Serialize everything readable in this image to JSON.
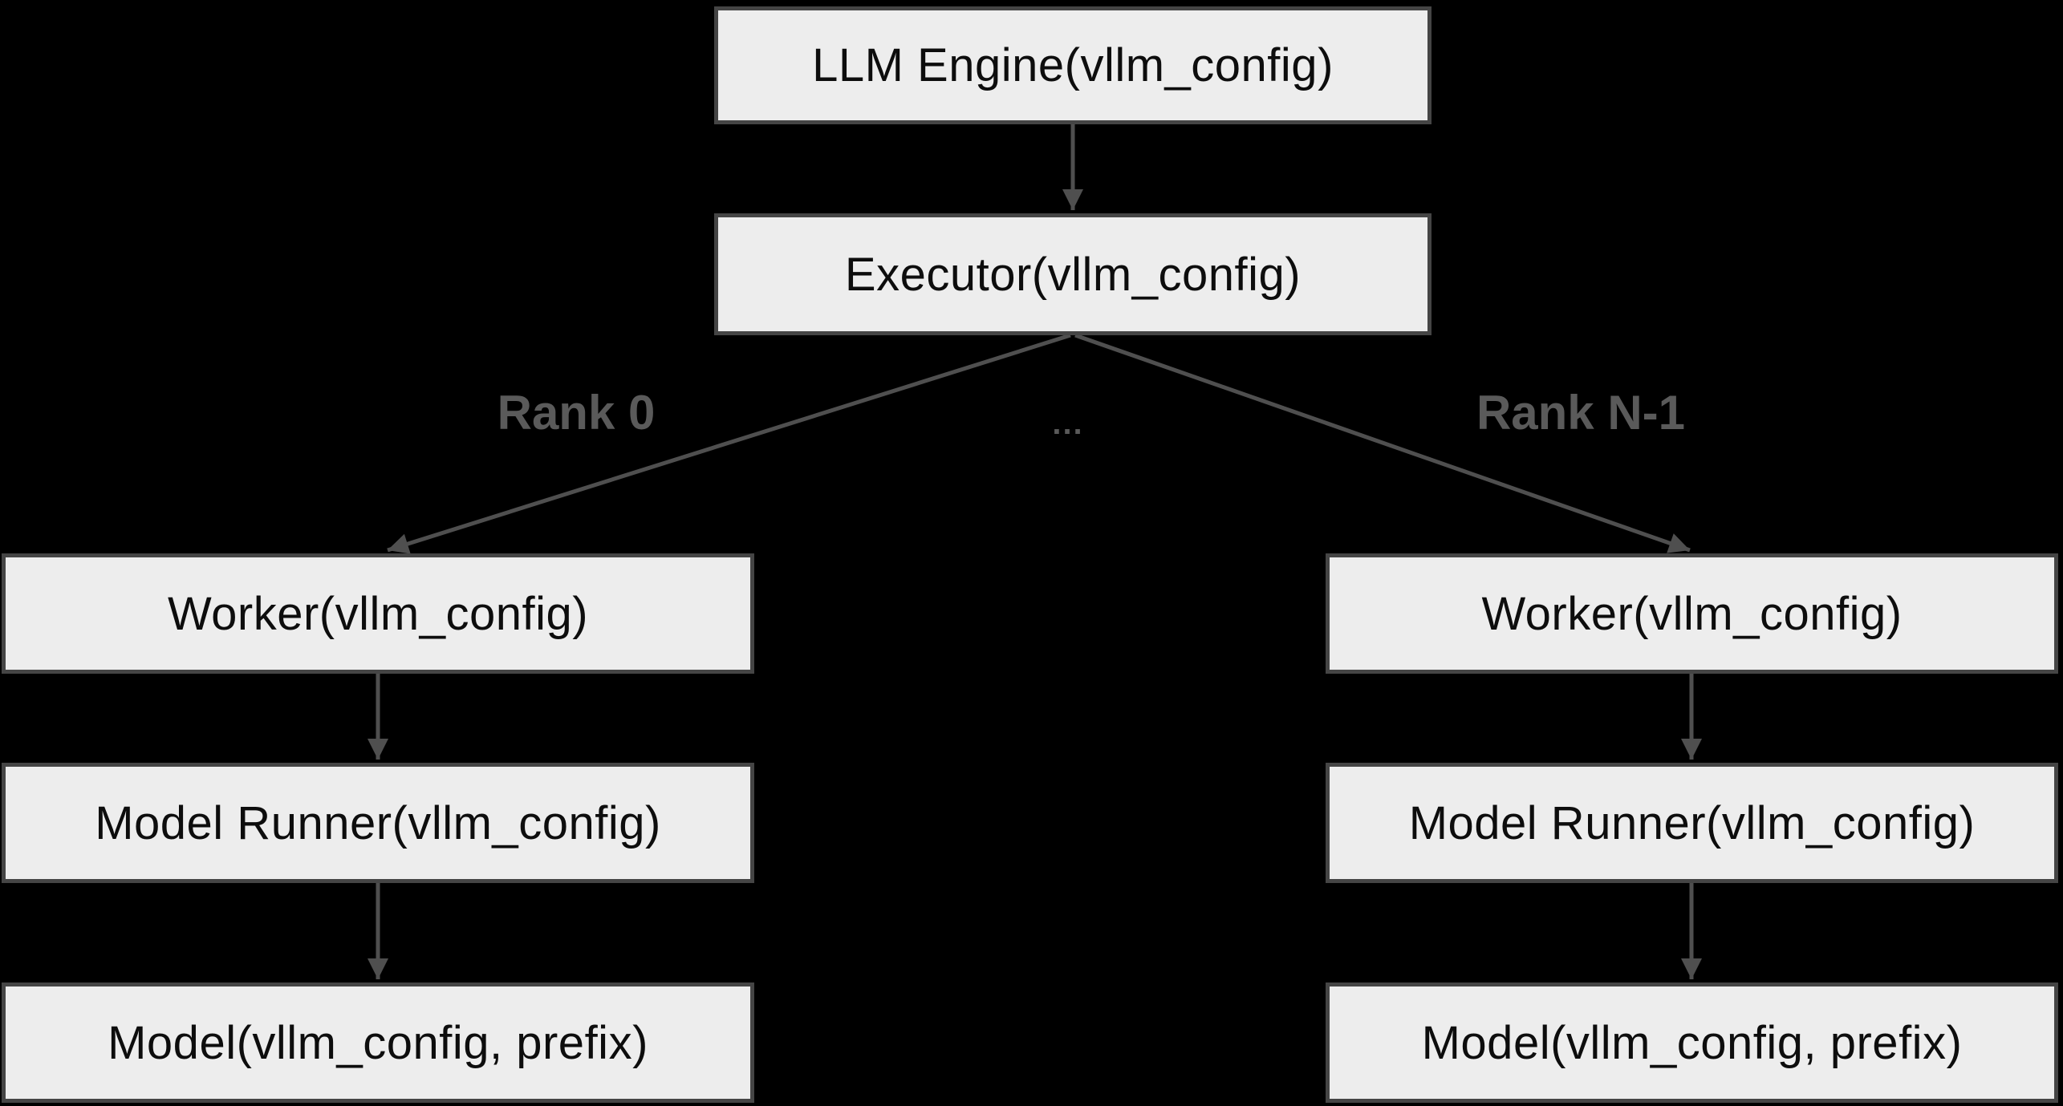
{
  "colors": {
    "bg": "#000000",
    "box-fill": "#ededed",
    "box-border": "#454545",
    "node-text": "#0d0d0d",
    "line": "#4f4f4f",
    "label": "#5a5a5a"
  },
  "nodes": {
    "llm_engine": "LLM Engine(vllm_config)",
    "executor": "Executor(vllm_config)",
    "worker_rank0": "Worker(vllm_config)",
    "model_runner_rank0": "Model Runner(vllm_config)",
    "model_rank0": "Model(vllm_config, prefix)",
    "worker_rankn": "Worker(vllm_config)",
    "model_runner_rankn": "Model Runner(vllm_config)",
    "model_rankn": "Model(vllm_config, prefix)"
  },
  "edge_labels": {
    "rank_0": "Rank 0",
    "dots": "...",
    "rank_n_1": "Rank N-1"
  }
}
